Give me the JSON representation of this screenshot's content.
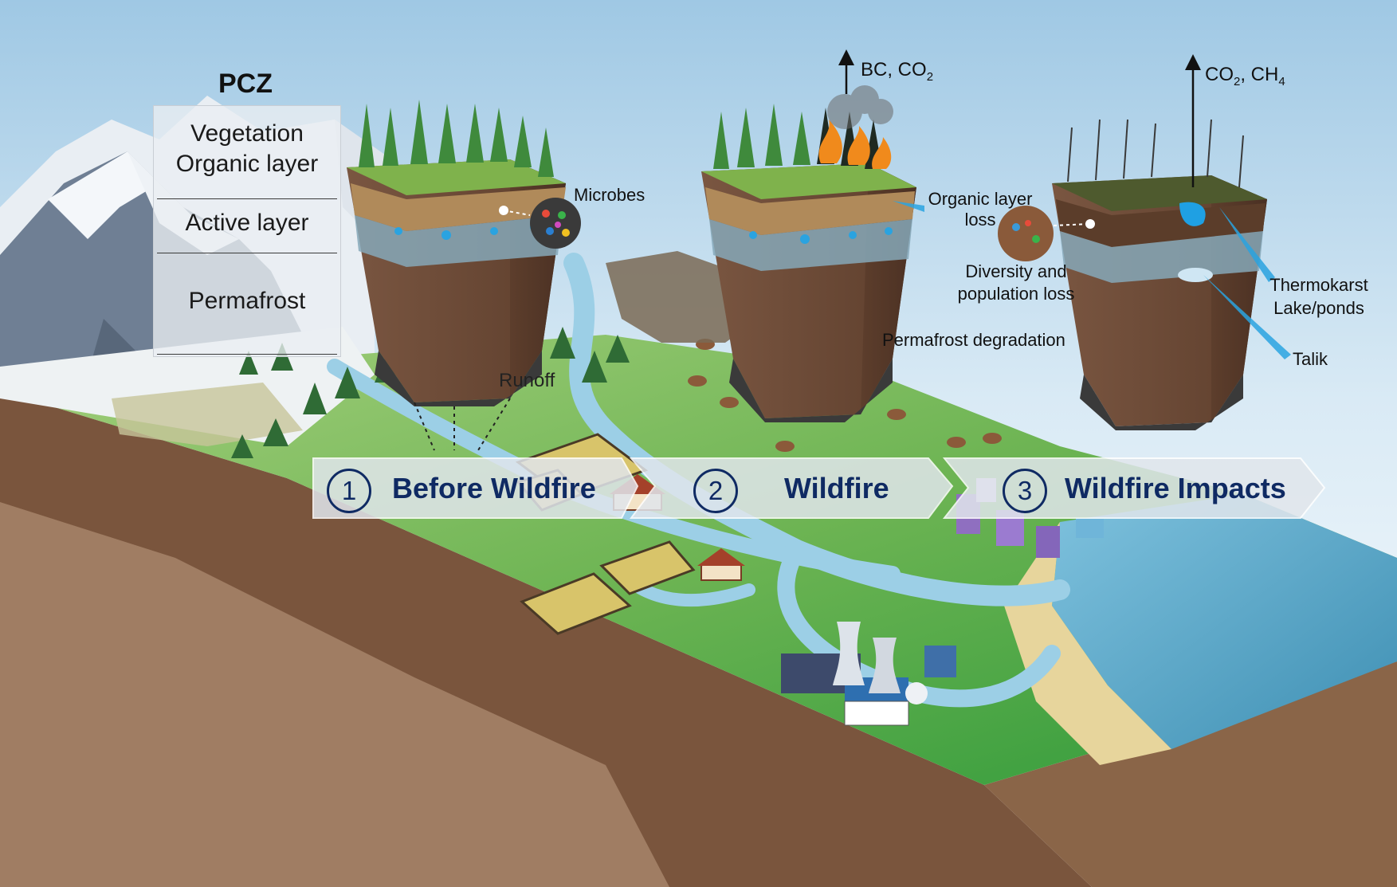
{
  "legend": {
    "title": "PCZ",
    "layers": [
      "Vegetation",
      "Organic layer",
      "Active layer",
      "Permafrost"
    ]
  },
  "steps": [
    {
      "num": "1",
      "label": "Before Wildfire"
    },
    {
      "num": "2",
      "label": "Wildfire"
    },
    {
      "num": "3",
      "label": "Wildfire Impacts"
    }
  ],
  "labels": {
    "microbes": "Microbes",
    "runoff": "Runoff",
    "organic_loss_1": "Organic layer",
    "organic_loss_2": "loss",
    "diversity_1": "Diversity and",
    "diversity_2": "population loss",
    "permafrost_degradation": "Permafrost degradation",
    "thermokarst_1": "Thermokarst",
    "thermokarst_2": "Lake/ponds",
    "talik": "Talik"
  },
  "emissions": {
    "wildfire": {
      "a": "BC, CO",
      "sub": "2"
    },
    "impacts": {
      "a": "CO",
      "a_sub": "2",
      "b": ", CH",
      "b_sub": "4"
    }
  },
  "colors": {
    "step_text": "#0f2a63",
    "sky_top": "#a9cde6",
    "grass": "#5aa94a",
    "water": "#8cc6e3",
    "soil": "#6b4a35",
    "ice": "#2aa3e0"
  }
}
